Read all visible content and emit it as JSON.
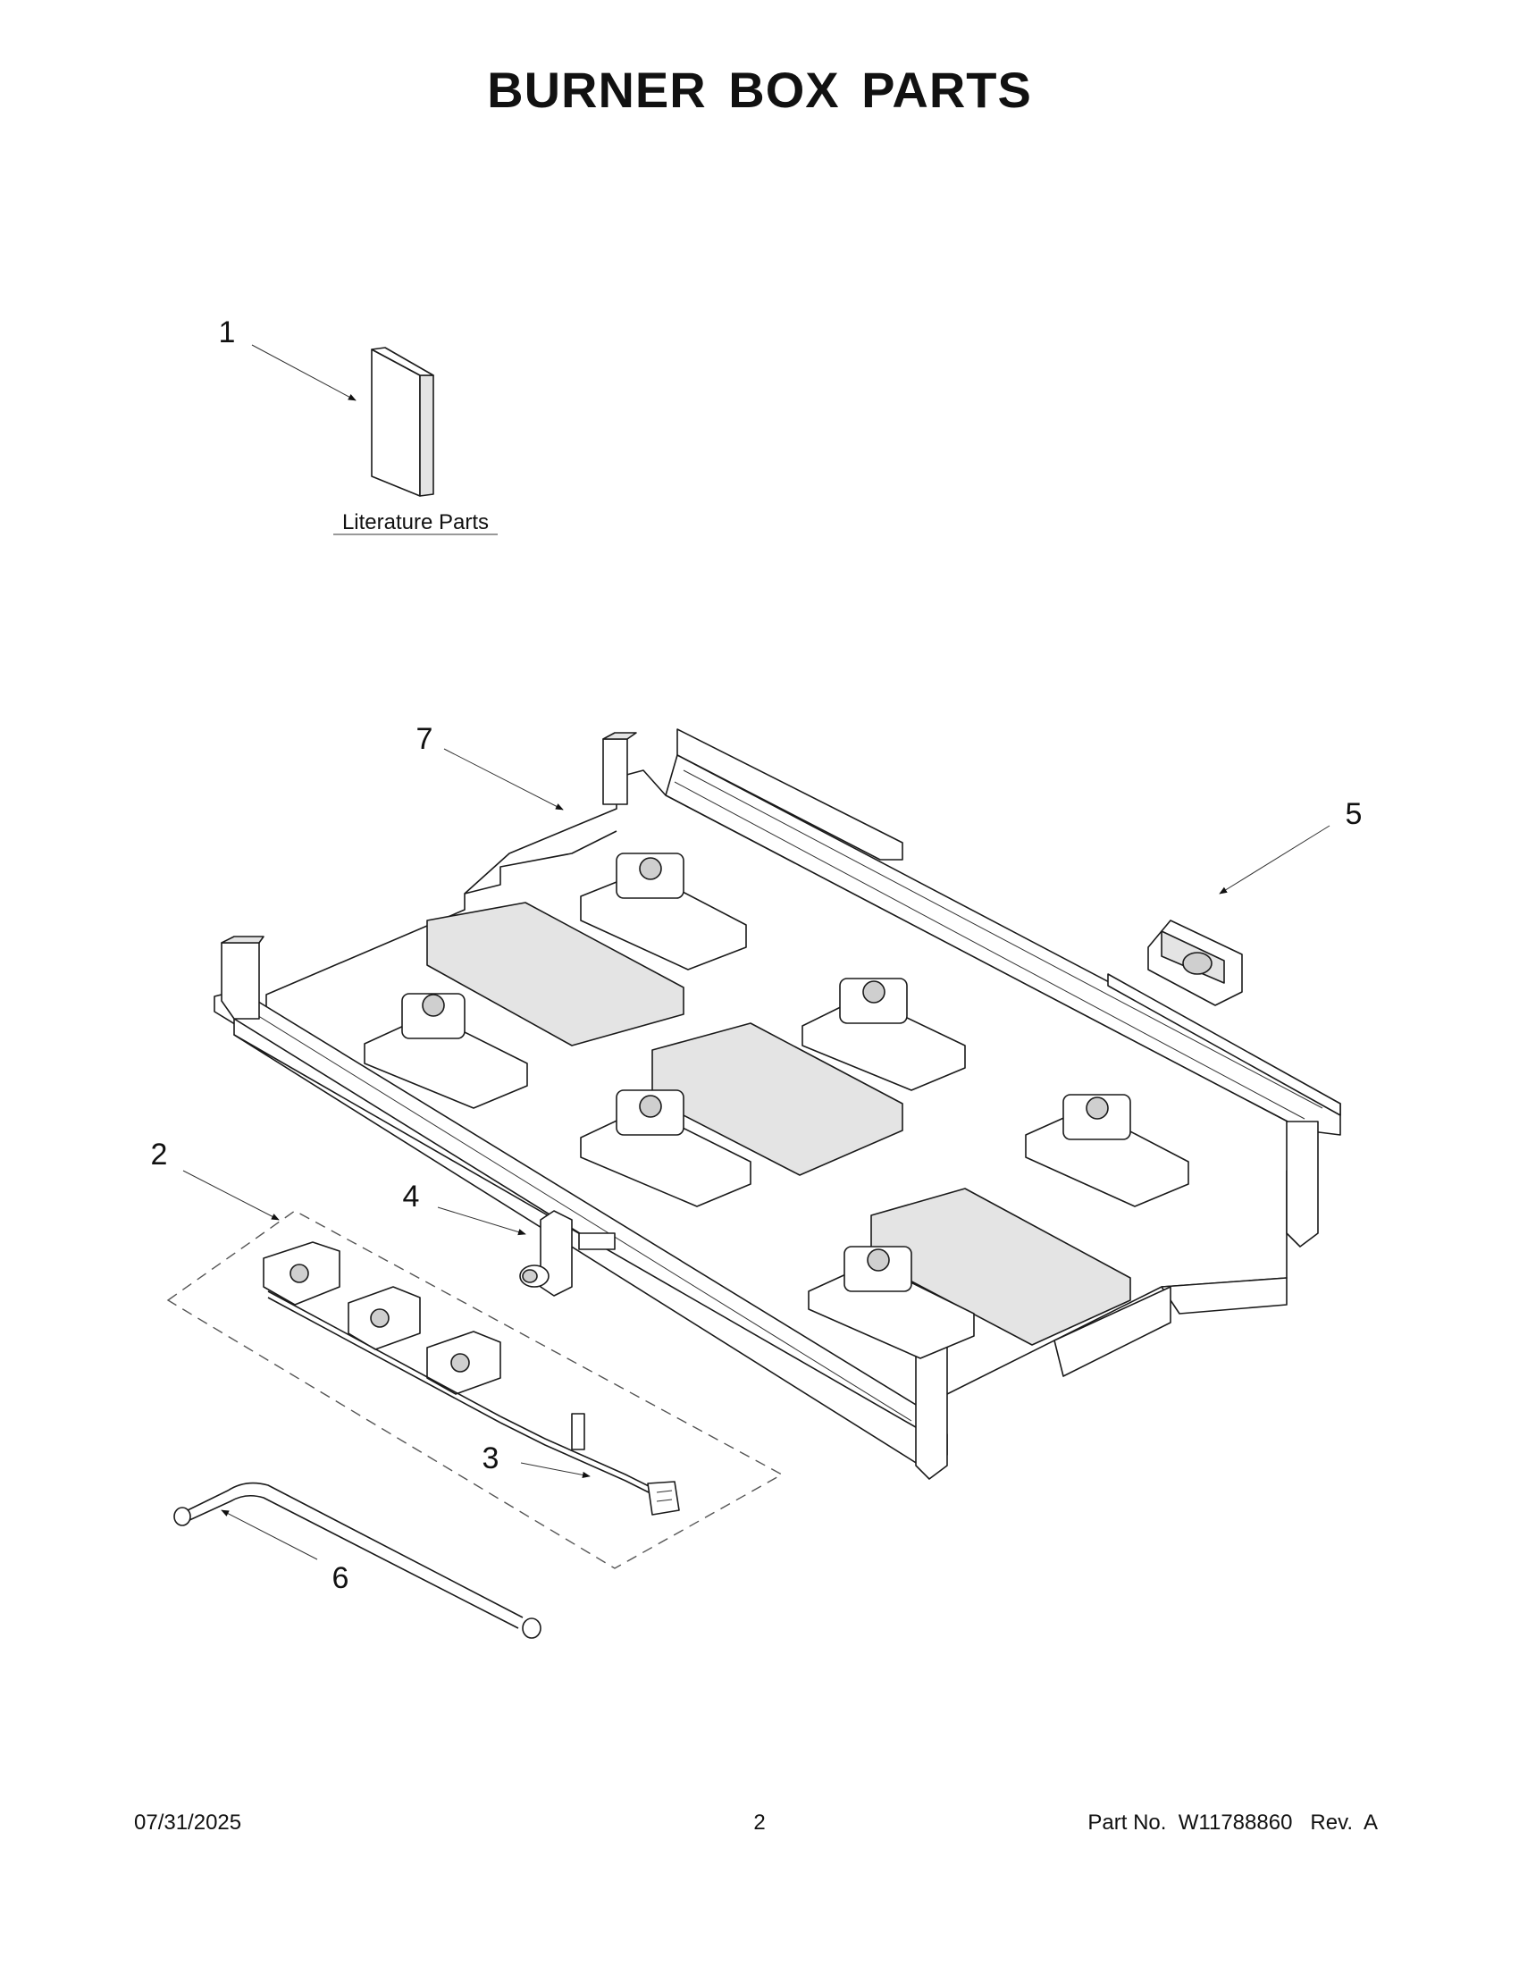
{
  "page": {
    "title": "BURNER BOX PARTS"
  },
  "literature": {
    "label": "Literature Parts"
  },
  "callouts": [
    {
      "id": "1",
      "label": "1"
    },
    {
      "id": "2",
      "label": "2"
    },
    {
      "id": "3",
      "label": "3"
    },
    {
      "id": "4",
      "label": "4"
    },
    {
      "id": "5",
      "label": "5"
    },
    {
      "id": "6",
      "label": "6"
    },
    {
      "id": "7",
      "label": "7"
    }
  ],
  "footer": {
    "date": "07/31/2025",
    "page_number": "2",
    "part_number": "Part No.  W11788860   Rev.  A"
  }
}
